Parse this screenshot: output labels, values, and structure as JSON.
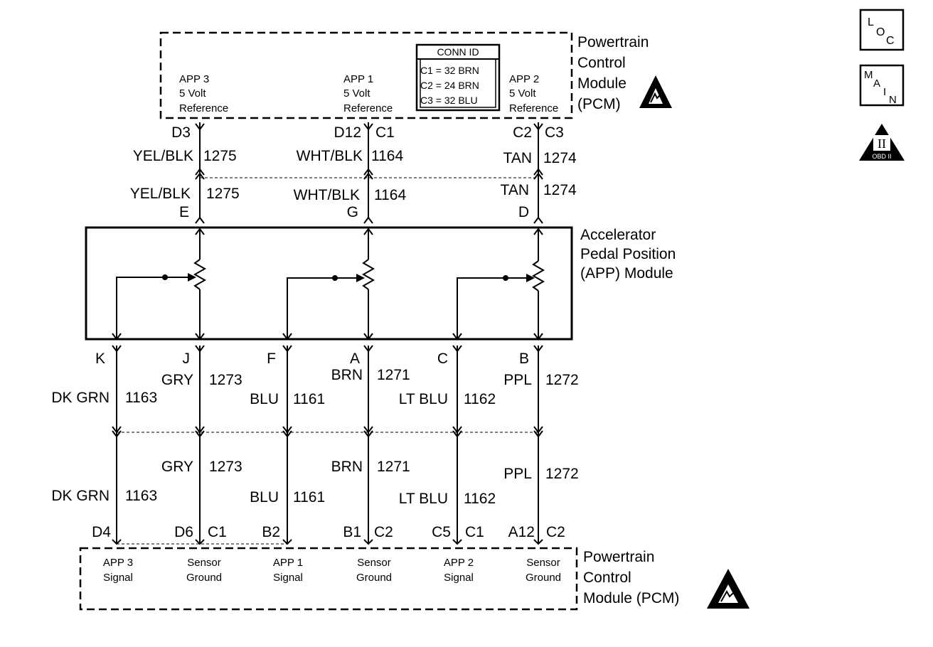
{
  "pcm_top": {
    "name": [
      "Powertrain",
      "Control",
      "Module",
      "(PCM)"
    ],
    "terminals": [
      {
        "lines": [
          "APP 3",
          "5 Volt",
          "Reference"
        ]
      },
      {
        "lines": [
          "APP 1",
          "5 Volt",
          "Reference"
        ]
      },
      {
        "lines": [
          "APP 2",
          "5 Volt",
          "Reference"
        ]
      }
    ],
    "conn_id": {
      "title": "CONN ID",
      "rows": [
        "C1 = 32 BRN",
        "C2 = 24 BRN",
        "C3 = 32 BLU"
      ]
    }
  },
  "top_wires": [
    {
      "pin_upper": "D3",
      "conn_upper": "",
      "color_upper": "YEL/BLK",
      "circuit_upper": "1275",
      "color_lower": "YEL/BLK",
      "circuit_lower": "1275",
      "app_pin": "E"
    },
    {
      "pin_upper": "D12",
      "conn_upper": "C1",
      "color_upper": "WHT/BLK",
      "circuit_upper": "1164",
      "color_lower": "WHT/BLK",
      "circuit_lower": "1164",
      "app_pin": "G"
    },
    {
      "pin_upper": "C2",
      "conn_upper": "C3",
      "color_upper": "TAN",
      "circuit_upper": "1274",
      "color_lower": "TAN",
      "circuit_lower": "1274",
      "app_pin": "D"
    }
  ],
  "app_module": {
    "name": [
      "Accelerator",
      "Pedal Position",
      "(APP) Module"
    ]
  },
  "bottom_wires": [
    {
      "app_pin": "K",
      "color": "DK GRN",
      "circuit": "1163",
      "color_lower": "DK GRN",
      "circuit_lower": "1163",
      "pcm_pin": "D4",
      "pcm_conn": ""
    },
    {
      "app_pin": "J",
      "color": "GRY",
      "circuit": "1273",
      "color_lower": "GRY",
      "circuit_lower": "1273",
      "pcm_pin": "D6",
      "pcm_conn": "C1"
    },
    {
      "app_pin": "F",
      "color": "BLU",
      "circuit": "1161",
      "color_lower": "BLU",
      "circuit_lower": "1161",
      "pcm_pin": "B2",
      "pcm_conn": ""
    },
    {
      "app_pin": "A",
      "color": "BRN",
      "circuit": "1271",
      "color_lower": "BRN",
      "circuit_lower": "1271",
      "pcm_pin": "B1",
      "pcm_conn": "C2"
    },
    {
      "app_pin": "C",
      "color": "LT BLU",
      "circuit": "1162",
      "color_lower": "LT BLU",
      "circuit_lower": "1162",
      "pcm_pin": "C5",
      "pcm_conn": "C1"
    },
    {
      "app_pin": "B",
      "color": "PPL",
      "circuit": "1272",
      "color_lower": "PPL",
      "circuit_lower": "1272",
      "pcm_pin": "A12",
      "pcm_conn": "C2"
    }
  ],
  "pcm_bottom": {
    "name": [
      "Powertrain",
      "Control",
      "Module (PCM)"
    ],
    "terminals": [
      {
        "lines": [
          "APP 3",
          "Signal"
        ]
      },
      {
        "lines": [
          "Sensor",
          "Ground"
        ]
      },
      {
        "lines": [
          "APP 1",
          "Signal"
        ]
      },
      {
        "lines": [
          "Sensor",
          "Ground"
        ]
      },
      {
        "lines": [
          "APP 2",
          "Signal"
        ]
      },
      {
        "lines": [
          "Sensor",
          "Ground"
        ]
      }
    ]
  },
  "side_icons": {
    "loc": {
      "letters": [
        "L",
        "O",
        "C"
      ]
    },
    "main": {
      "letters": [
        "M",
        "A",
        "I",
        "N"
      ]
    },
    "obd": {
      "numeral": "II",
      "label": "OBD II"
    }
  },
  "icons": {
    "esd_top": "esd-warning-icon",
    "esd_bottom": "esd-warning-icon"
  }
}
